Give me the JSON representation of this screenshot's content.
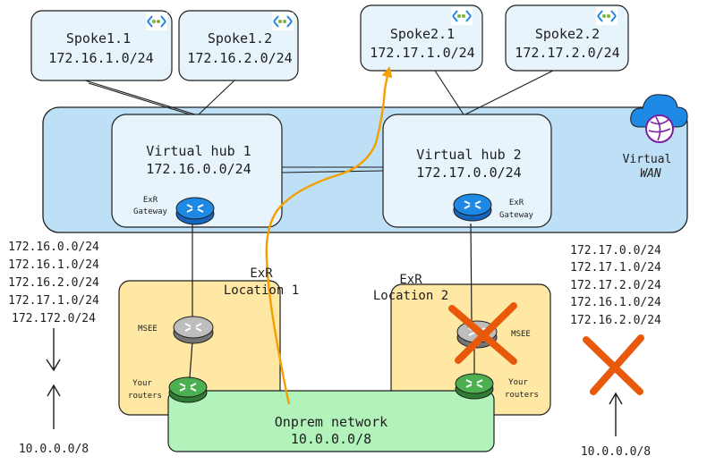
{
  "spokes": [
    {
      "name": "Spoke1.1",
      "cidr": "172.16.1.0/24"
    },
    {
      "name": "Spoke1.2",
      "cidr": "172.16.2.0/24"
    },
    {
      "name": "Spoke2.1",
      "cidr": "172.17.1.0/24"
    },
    {
      "name": "Spoke2.2",
      "cidr": "172.17.2.0/24"
    }
  ],
  "wan_label": {
    "line1": "Virtual",
    "line2": "WAN"
  },
  "hubs": [
    {
      "name": "Virtual hub 1",
      "cidr": "172.16.0.0/24",
      "gateway_line1": "ExR",
      "gateway_line2": "Gateway"
    },
    {
      "name": "Virtual hub 2",
      "cidr": "172.17.0.0/24",
      "gateway_line1": "ExR",
      "gateway_line2": "Gateway"
    }
  ],
  "locations": [
    {
      "line1": "ExR",
      "line2": "Location 1",
      "msee": "MSEE",
      "routers_line1": "Your",
      "routers_line2": "routers"
    },
    {
      "line1": "ExR",
      "line2": "Location 2",
      "msee": "MSEE",
      "routers_line1": "Your",
      "routers_line2": "routers"
    }
  ],
  "onprem": {
    "name": "Onprem network",
    "cidr": "10.0.0.0/8"
  },
  "left_routes": [
    "172.16.0.0/24",
    "172.16.1.0/24",
    "172.16.2.0/24",
    "172.17.1.0/24",
    "172.172.0/24"
  ],
  "right_routes": [
    "172.17.0.0/24",
    "172.17.1.0/24",
    "172.17.2.0/24",
    "172.16.1.0/24",
    "172.16.2.0/24"
  ],
  "left_prefix": "10.0.0.0/8",
  "right_prefix": "10.0.0.0/8",
  "colors": {
    "spoke_fill": "#e8f4fb",
    "wan_fill": "#bde0f6",
    "hub_fill": "#e8f4fb",
    "location_fill": "#ffe8a3",
    "onprem_fill": "#b2f2bb",
    "gateway_blue": "#1e88e5",
    "router_green": "#4caf50",
    "msee_gray": "#9e9e9e",
    "path_orange": "#f59f00",
    "cross_orange": "#e8590c",
    "wan_purple": "#7b1fa2"
  }
}
